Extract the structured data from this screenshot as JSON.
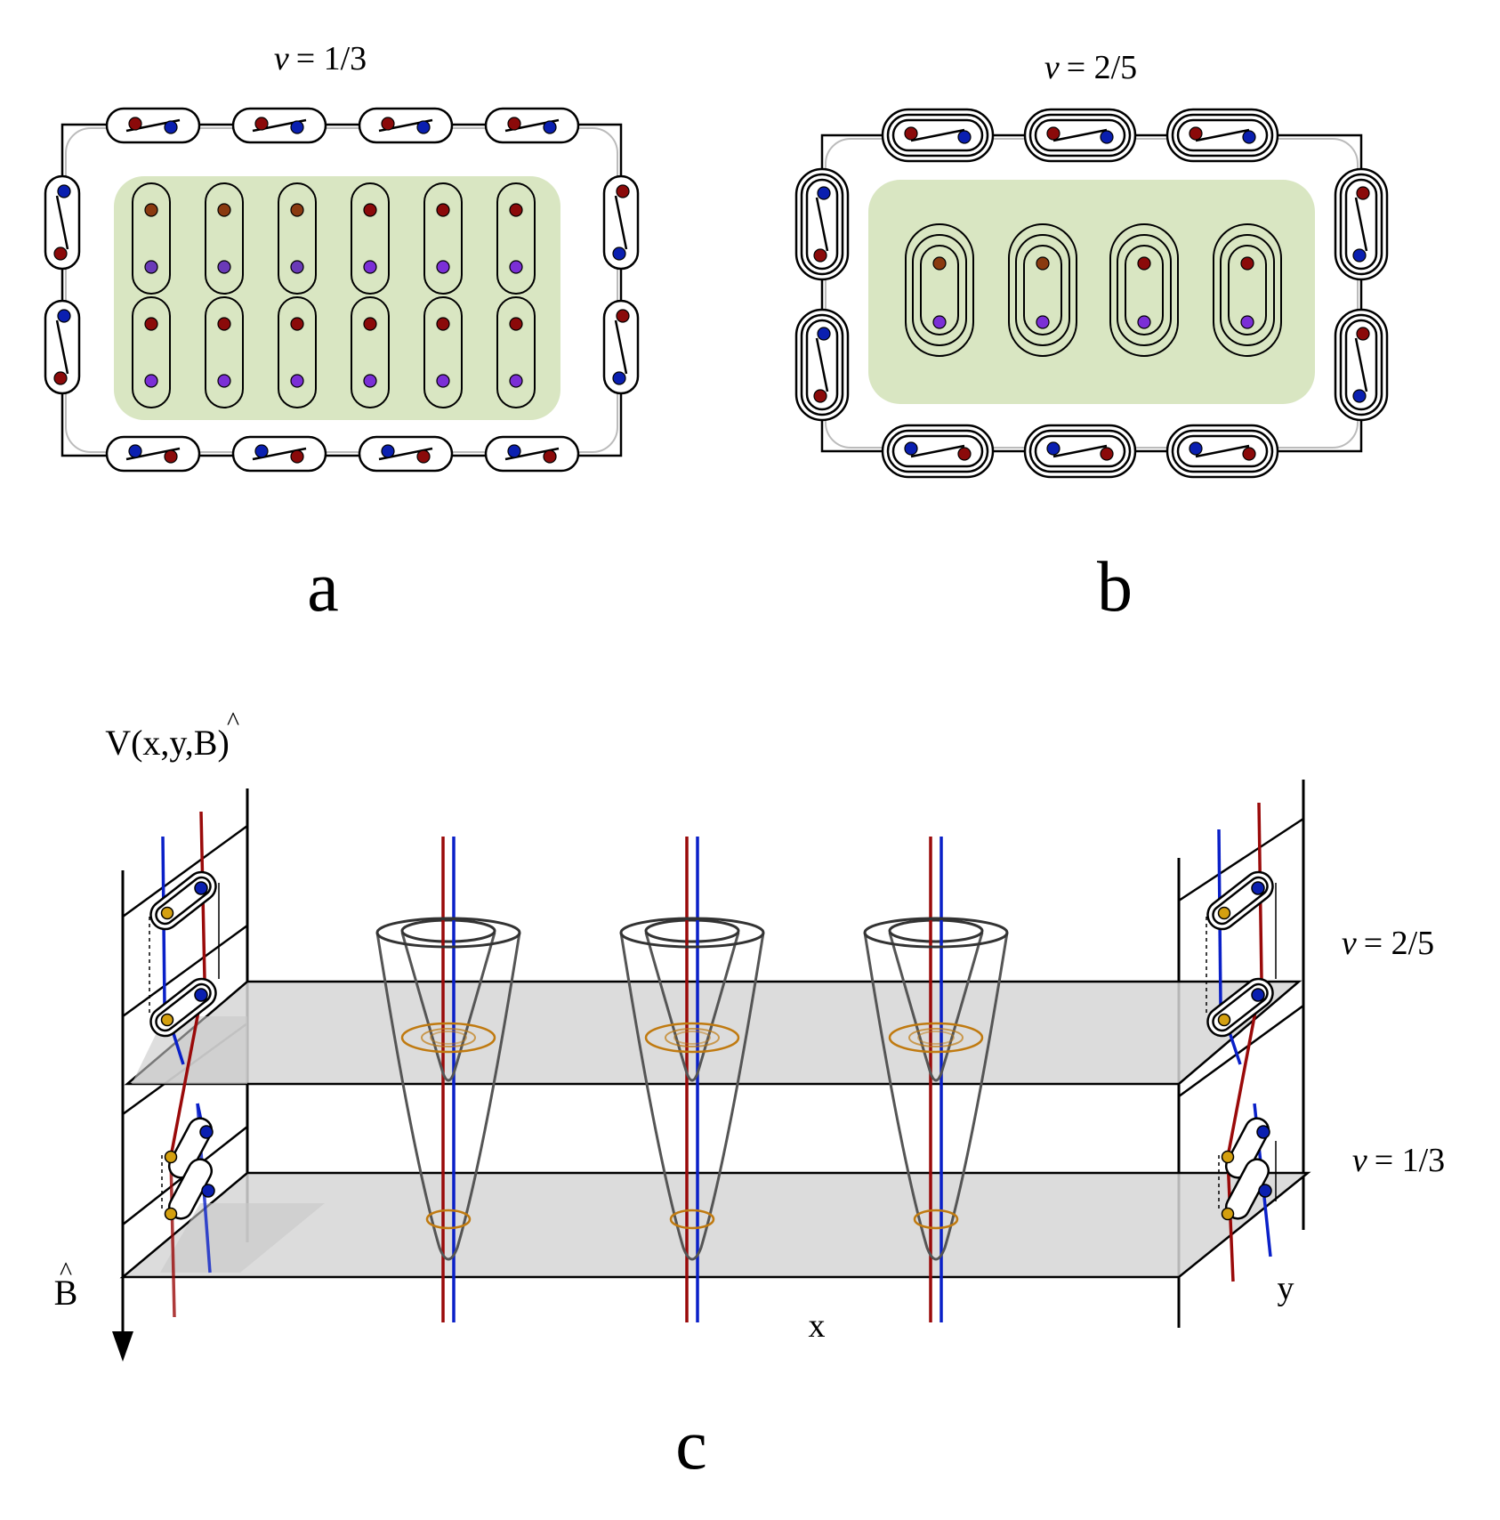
{
  "panel_a": {
    "nu_symbol": "v",
    "nu_value": "= 1/3",
    "letter": "a"
  },
  "panel_b": {
    "nu_symbol": "v",
    "nu_value": "= 2/5",
    "letter": "b"
  },
  "panel_c": {
    "potential_label": "V(x,y,B)",
    "hat": "^",
    "b_axis_letter": "B",
    "x_axis_label": "x",
    "y_axis_label": "y",
    "upper_plane": {
      "nu_symbol": "v",
      "nu_value": "= 2/5"
    },
    "lower_plane": {
      "nu_symbol": "v",
      "nu_value": "= 1/3"
    },
    "letter": "c"
  },
  "colors": {
    "red_dot": "#8b0a0a",
    "blue_dot": "#0a1fb0",
    "purple_dot": "#7b2fd6",
    "brown_dot": "#8a3a10",
    "bulk_fill": "#d9e6c2",
    "plane_fill": "#d6d6d6",
    "ring_orange": "#c07a10",
    "line_red": "#9a0a0a",
    "line_blue": "#0a20c8"
  }
}
